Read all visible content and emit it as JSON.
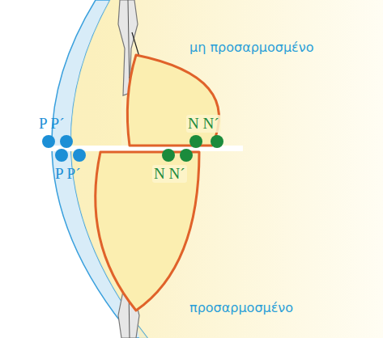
{
  "diagram": {
    "labels": [
      "μη προσαρμοσμένο",
      "P P´",
      "N N´",
      "P P´",
      "N N´",
      "προσαρμοσμένο"
    ]
  }
}
